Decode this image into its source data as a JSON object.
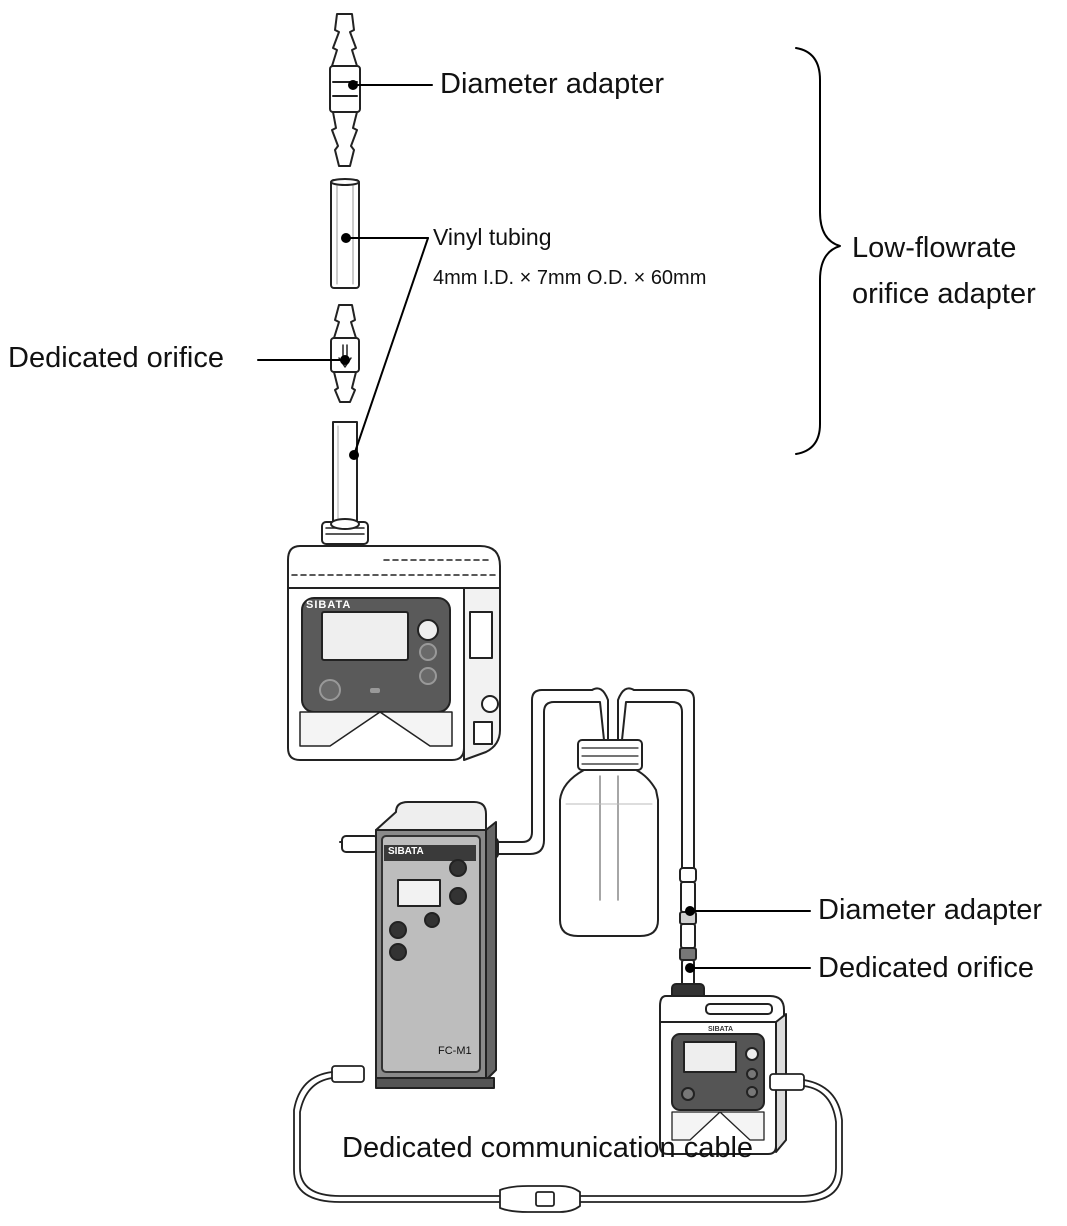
{
  "upper": {
    "diameter_adapter": "Diameter adapter",
    "vinyl_tubing": "Vinyl tubing",
    "tubing_dims": "4mm I.D. × 7mm O.D. × 60mm",
    "group_label_line1": "Low-flowrate",
    "group_label_line2": "orifice adapter",
    "dedicated_orifice": "Dedicated orifice",
    "device_brand": "SIBATA"
  },
  "lower": {
    "diameter_adapter": "Diameter adapter",
    "dedicated_orifice": "Dedicated orifice",
    "cable_label": "Dedicated communication cable",
    "calibrator_brand": "SIBATA",
    "calibrator_model": "FC-M1",
    "sampler_brand": "SIBATA"
  }
}
